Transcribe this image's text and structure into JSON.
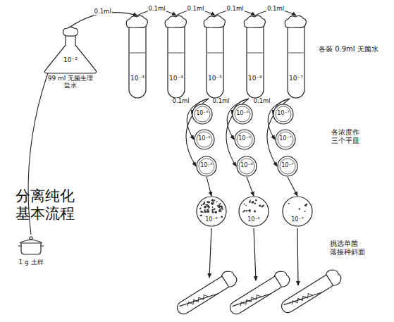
{
  "diagram": {
    "title": "分离纯化 基本流程",
    "nodes": [
      {
        "text": [
          "1 g 土样"
        ]
      },
      {
        "text": [
          "10⁻²",
          "99 ml 无菌生理盐水"
        ]
      },
      {
        "text": [
          "10⁻³"
        ]
      },
      {
        "text": [
          "10⁻⁴"
        ]
      },
      {
        "text": [
          "10⁻⁵"
        ]
      },
      {
        "text": [
          "10⁻⁶"
        ]
      },
      {
        "text": [
          "10⁻⁷"
        ]
      },
      {
        "text": [
          "10⁻⁵"
        ]
      },
      {
        "text": [
          "10⁻⁶"
        ]
      },
      {
        "text": [
          "10⁻⁷"
        ]
      },
      {
        "text": [
          "10⁻⁵"
        ]
      },
      {
        "text": [
          "10⁻⁶"
        ]
      },
      {
        "text": [
          "10⁻⁷"
        ]
      },
      {
        "text": [
          "10⁻⁵"
        ]
      },
      {
        "text": [
          "10⁻⁶"
        ]
      },
      {
        "text": [
          "10⁻⁷"
        ]
      },
      {
        "text": [
          "10⁻⁵"
        ]
      },
      {
        "text": [
          "10⁻⁶"
        ]
      },
      {
        "text": [
          "10⁻⁷"
        ]
      }
    ],
    "edges": [
      {
        "from": 0,
        "to": 1,
        "arrow": "to"
      },
      {
        "from": 1,
        "to": 2,
        "label": "0.1ml",
        "arrow": "to"
      },
      {
        "from": 2,
        "to": 3,
        "label": "0.1ml",
        "arrow": "to"
      },
      {
        "from": 3,
        "to": 4,
        "label": "0.1ml",
        "arrow": "to"
      },
      {
        "from": 4,
        "to": 5,
        "label": "0.1ml",
        "arrow": "to"
      },
      {
        "from": 5,
        "to": 6,
        "label": "0.1ml",
        "arrow": "to"
      },
      {
        "from": 4,
        "to": 7,
        "label": "0.1ml",
        "arrow": "to"
      },
      {
        "from": 4,
        "to": 10,
        "arrow": "to"
      },
      {
        "from": 4,
        "to": 13,
        "arrow": "to"
      },
      {
        "from": 5,
        "to": 8,
        "label": "0.1ml",
        "arrow": "to"
      },
      {
        "from": 5,
        "to": 11,
        "arrow": "to"
      },
      {
        "from": 5,
        "to": 14,
        "arrow": "to"
      },
      {
        "from": 6,
        "to": 9,
        "label": "0.1ml",
        "arrow": "to"
      },
      {
        "from": 6,
        "to": 12,
        "arrow": "to"
      },
      {
        "from": 6,
        "to": 15,
        "arrow": "to"
      },
      {
        "from": 13,
        "to": 16,
        "arrow": "to"
      },
      {
        "from": 14,
        "to": 17,
        "arrow": "to"
      },
      {
        "from": 15,
        "to": 18,
        "arrow": "to"
      }
    ],
    "labels": [
      "各装 0.9ml 无菌水",
      "各浓度作三个平皿",
      "挑选单菌 落接种斜面"
    ]
  }
}
